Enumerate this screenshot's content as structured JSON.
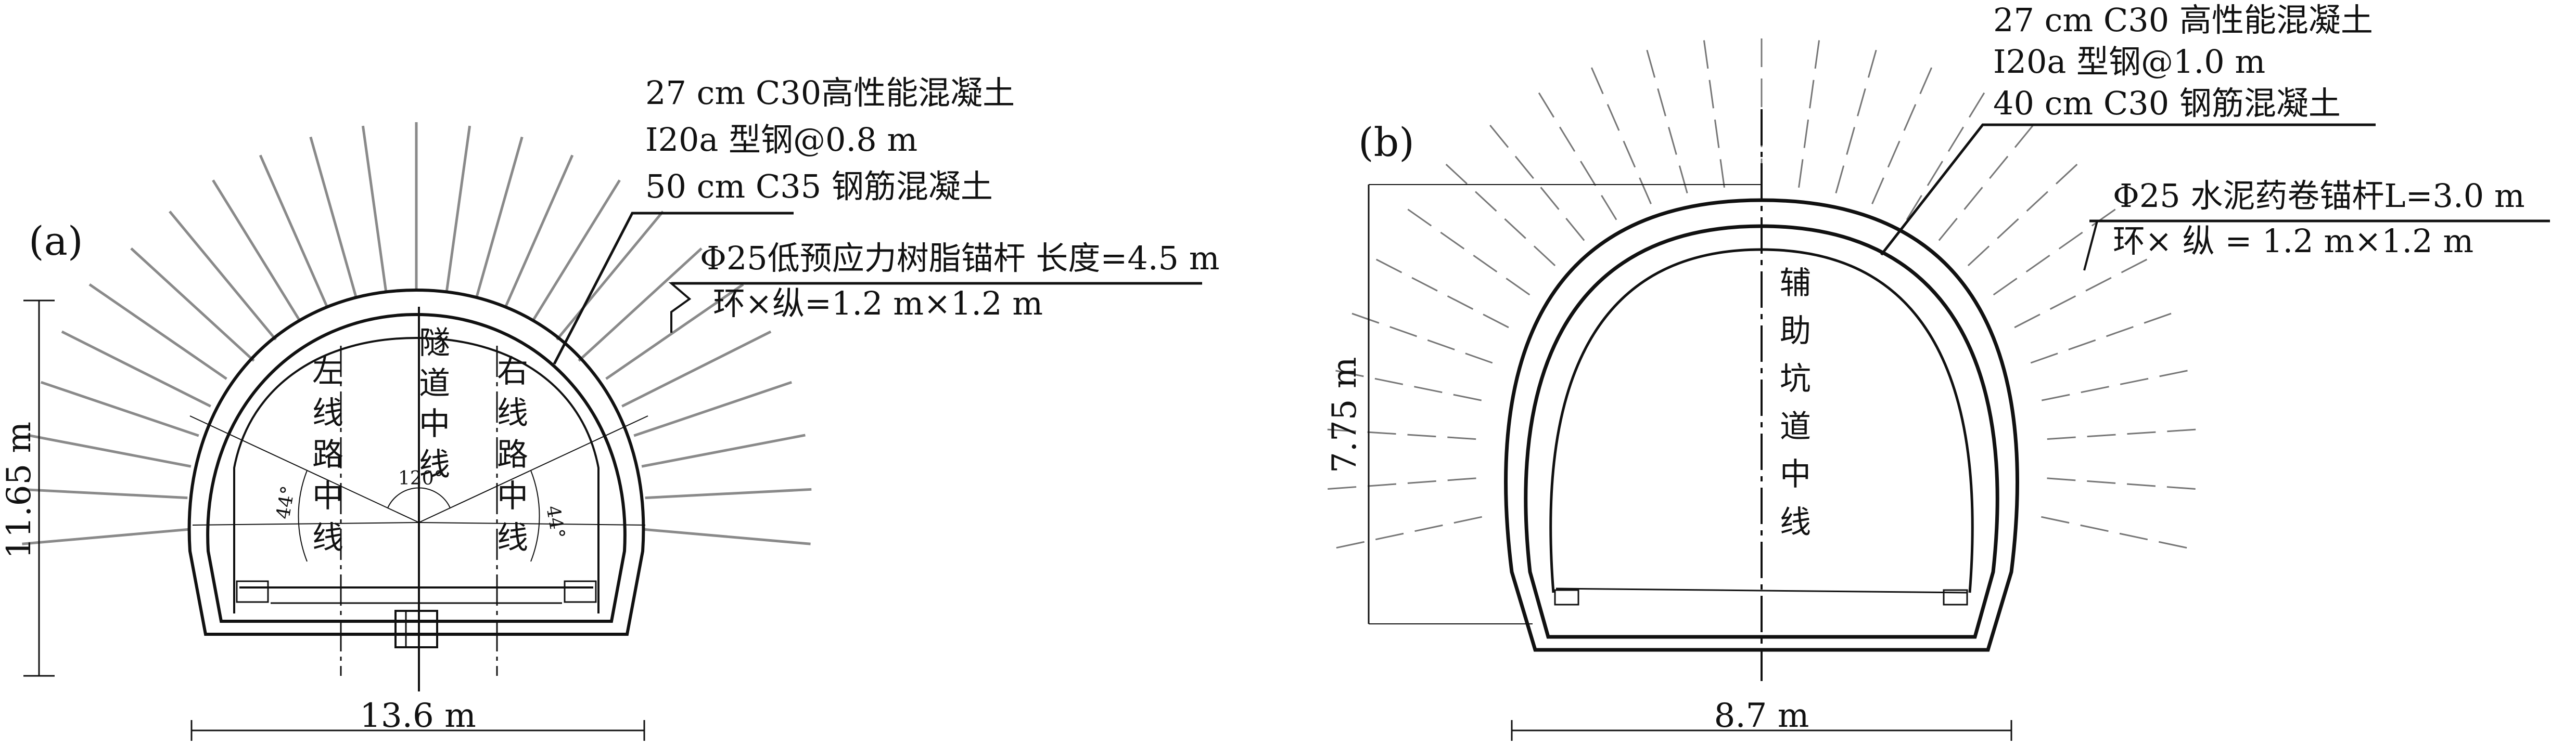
{
  "panel_a": {
    "label": "(a)",
    "width_dim": "13.6 m",
    "height_dim": "11.65 m",
    "angle_center": "120°",
    "angle_left": "44°",
    "angle_right": "44°",
    "centerline_left": [
      "左",
      "线",
      "路",
      "中",
      "线"
    ],
    "centerline_tunnel": [
      "隧",
      "道",
      "中",
      "线"
    ],
    "centerline_right": [
      "右",
      "线",
      "路",
      "中",
      "线"
    ],
    "lining_spec": [
      "27 cm C30高性能混凝土",
      "I20a 型钢@0.8 m",
      "50 cm C35 钢筋混凝土"
    ],
    "bolt_spec": [
      "Φ25低预应力树脂锚杆 长度=4.5 m",
      "环×纵=1.2 m×1.2 m"
    ]
  },
  "panel_b": {
    "label": "(b)",
    "width_dim": "8.7 m",
    "height_dim": "7.75 m",
    "centerline": [
      "辅",
      "助",
      "坑",
      "道",
      "中",
      "线"
    ],
    "lining_spec": [
      "27 cm C30 高性能混凝土",
      "I20a 型钢@1.0 m",
      "40 cm C30 钢筋混凝土"
    ],
    "bolt_spec": [
      "Φ25 水泥药卷锚杆L=3.0 m",
      "环× 纵 = 1.2 m×1.2 m"
    ]
  },
  "colors": {
    "line": "#111111",
    "bolt_gray": "#8a8a8a",
    "bolt_dash": "#777777"
  }
}
